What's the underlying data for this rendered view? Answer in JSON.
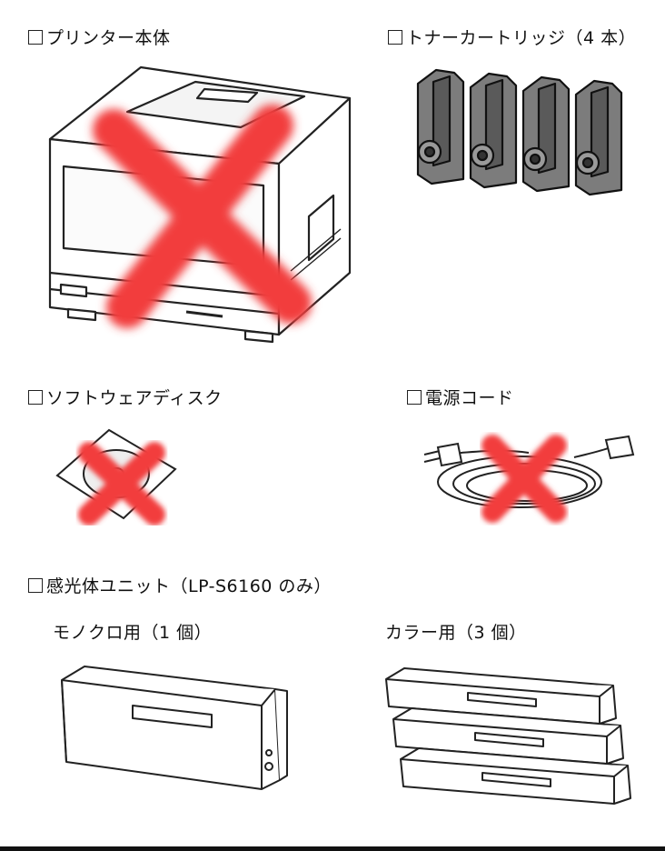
{
  "items": {
    "printer": {
      "label": "プリンター本体",
      "icon": "printer-icon",
      "crossed": true
    },
    "toner": {
      "label": "トナーカートリッジ（4 本）",
      "icon": "toner-cartridge-icon",
      "crossed": false
    },
    "disc": {
      "label": "ソフトウェアディスク",
      "icon": "disc-icon",
      "crossed": true
    },
    "cord": {
      "label": "電源コード",
      "icon": "power-cord-icon",
      "crossed": true
    },
    "drum": {
      "label": "感光体ユニット（LP-S6160 のみ）",
      "mono_label": "モノクロ用（1 個）",
      "color_label": "カラー用（3 個）",
      "icon": "drum-unit-icon"
    }
  },
  "colors": {
    "cross": "#f23c3c",
    "line": "#222222",
    "toner_fill": "#7c7c7c"
  }
}
